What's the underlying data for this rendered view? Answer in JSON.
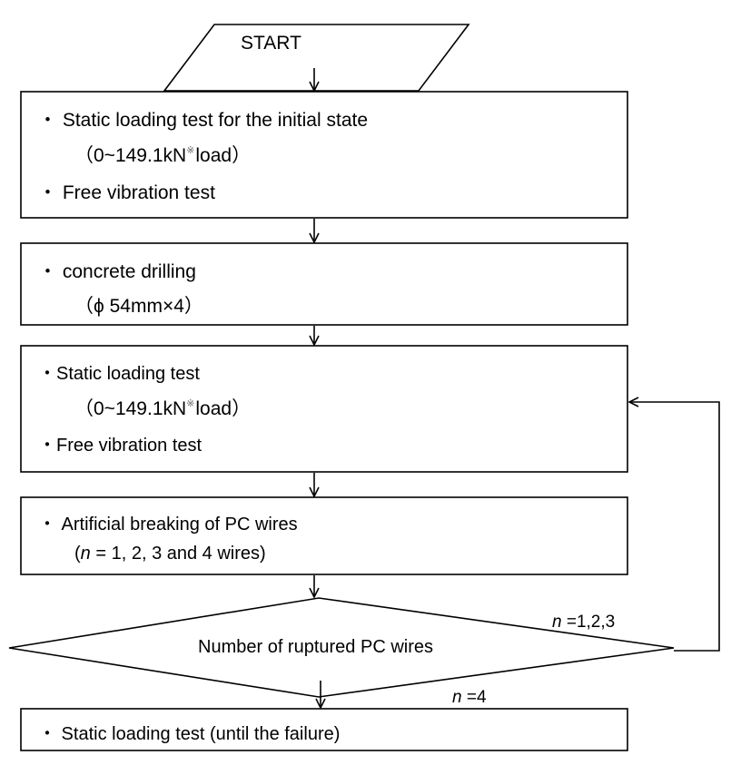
{
  "start": {
    "label": "START"
  },
  "step1": {
    "line1": "・ Static loading test for the initial state",
    "line2_pre": "（0~149.1kN",
    "line2_mark": "※",
    "line2_post": "load）",
    "line3": "・ Free vibration test"
  },
  "step2": {
    "line1": "・ concrete drilling",
    "line2": "（ϕ 54mm×4）"
  },
  "step3": {
    "line1": "・Static loading test",
    "line2_pre": "（0~149.1kN",
    "line2_mark": "※",
    "line2_post": "load）",
    "line3": "・Free vibration test"
  },
  "step4": {
    "line1": "・ Artificial breaking of PC wires",
    "line2_open": "(",
    "line2_var": "n",
    "line2_rest": " = 1, 2, 3 and 4 wires)"
  },
  "decision": {
    "label": "Number of ruptured PC wires",
    "branch_loop_var": "n",
    "branch_loop_rest": " =1,2,3",
    "branch_end_var": "n",
    "branch_end_rest": " =4"
  },
  "step5": {
    "line1": "・ Static loading test (until the failure)"
  }
}
